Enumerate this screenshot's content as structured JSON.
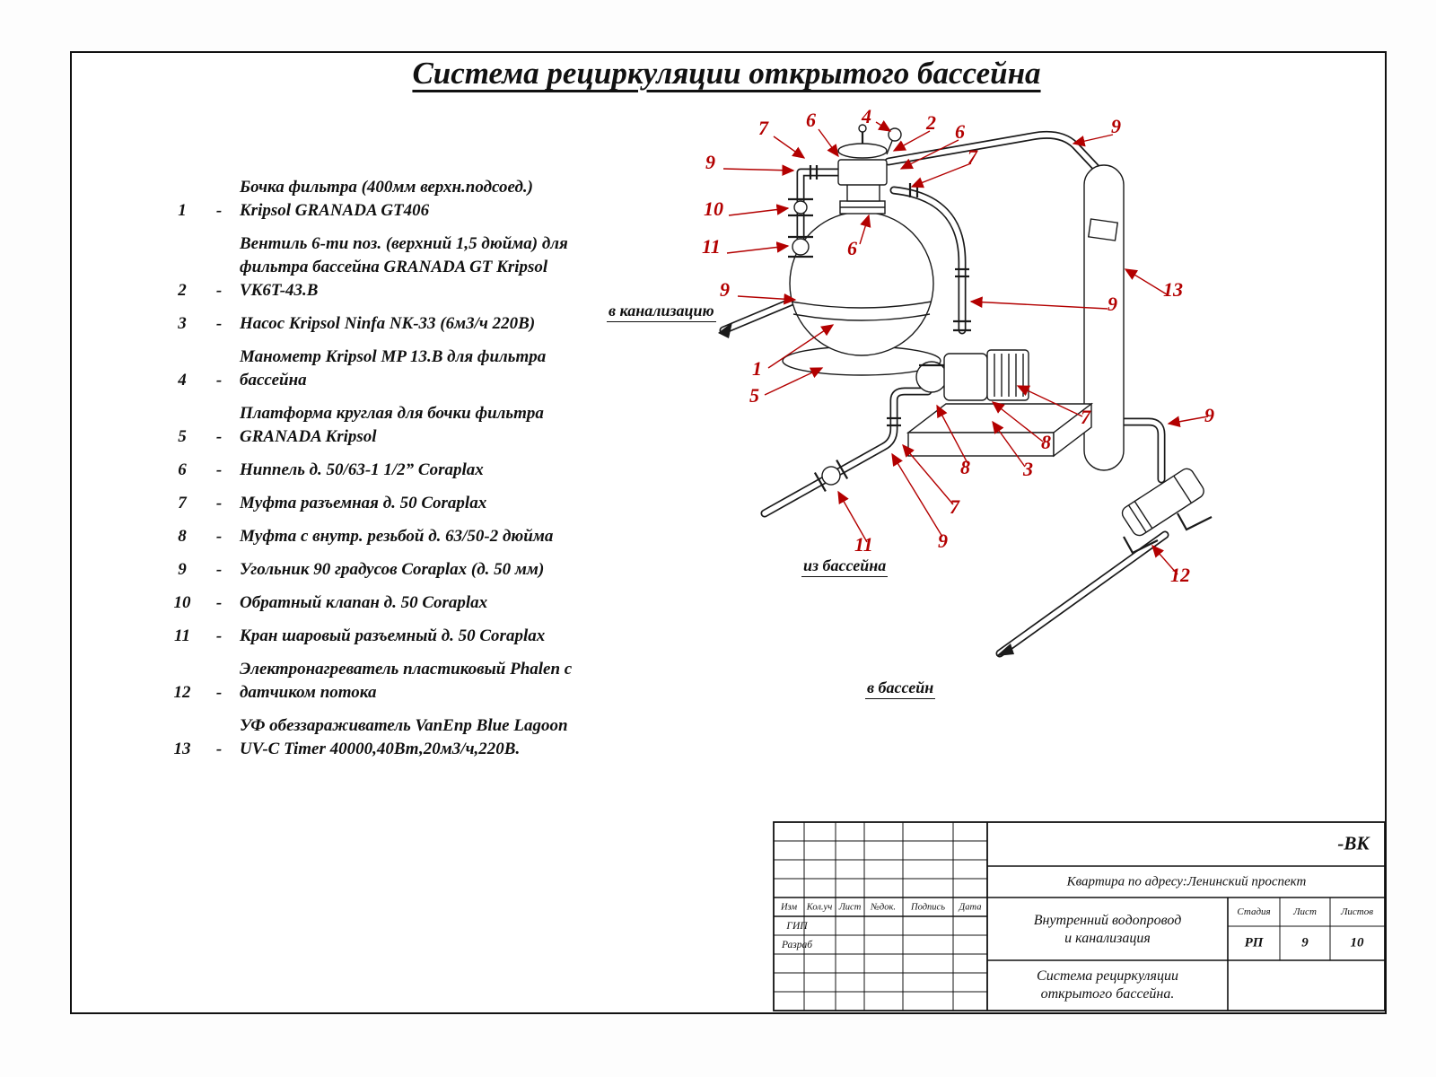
{
  "title": "Система рециркуляции открытого бассейна",
  "parts_dash": "-",
  "parts": [
    {
      "num": "1",
      "text": "Бочка фильтра (400мм верхн.подсоед.)\nKripsol GRANADA GT406"
    },
    {
      "num": "2",
      "text": "Вентиль 6-ти поз. (верхний 1,5 дюйма) для\nфильтра бассейна GRANADA GT Kripsol\nVK6T-43.B"
    },
    {
      "num": "3",
      "text": "Насос Kripsol Ninfa NK-33 (6м3/ч 220В)"
    },
    {
      "num": "4",
      "text": "Манометр Kripsol MP 13.B для фильтра\nбассейна"
    },
    {
      "num": "5",
      "text": "Платформа круглая для бочки фильтра\nGRANADA Kripsol"
    },
    {
      "num": "6",
      "text": "Ниппель д. 50/63-1 1/2” Coraplax"
    },
    {
      "num": "7",
      "text": "Муфта разъемная д. 50 Coraplax"
    },
    {
      "num": "8",
      "text": "Муфта с внутр. резьбой д. 63/50-2 дюйма"
    },
    {
      "num": "9",
      "text": "Угольник 90 градусов Coraplax (д. 50 мм)"
    },
    {
      "num": "10",
      "text": "Обратный клапан д. 50 Coraplax"
    },
    {
      "num": "11",
      "text": "Кран шаровый разъемный д. 50 Coraplax"
    },
    {
      "num": "12",
      "text": "Электронагреватель пластиковый Phalen с\nдатчиком потока"
    },
    {
      "num": "13",
      "text": "УФ обеззараживатель VanEnp Blue Lagoon\nUV-C Timer 40000,40Вт,20м3/ч,220В."
    }
  ],
  "diagram": {
    "labels": {
      "to_sewer": "в канализацию",
      "from_pool": "из бассейна",
      "to_pool": "в бассейн"
    },
    "callouts": [
      {
        "label": "7"
      },
      {
        "label": "6"
      },
      {
        "label": "4"
      },
      {
        "label": "2"
      },
      {
        "label": "6"
      },
      {
        "label": "7"
      },
      {
        "label": "9"
      },
      {
        "label": "9"
      },
      {
        "label": "10"
      },
      {
        "label": "11"
      },
      {
        "label": "6"
      },
      {
        "label": "9"
      },
      {
        "label": "13"
      },
      {
        "label": "9"
      },
      {
        "label": "1"
      },
      {
        "label": "5"
      },
      {
        "label": "7"
      },
      {
        "label": "8"
      },
      {
        "label": "8"
      },
      {
        "label": "3"
      },
      {
        "label": "9"
      },
      {
        "label": "7"
      },
      {
        "label": "9"
      },
      {
        "label": "11"
      },
      {
        "label": "12"
      }
    ],
    "callout_color": "#b30000",
    "line_color": "#1a1a1a"
  },
  "stamp": {
    "code": "-ВК",
    "project": "Квартира по адресу:Ленинский проспект",
    "doc_title": "Внутренний водопровод\nи канализация",
    "sheet_title": "Система рециркуляции\nоткрытого бассейна.",
    "cols": [
      "Изм",
      "Кол.уч",
      "Лист",
      "№док.",
      "Подпись",
      "Дата"
    ],
    "roles": [
      "ГИП",
      "Разраб"
    ],
    "stage_label": "Стадия",
    "sheet_label": "Лист",
    "sheets_label": "Листов",
    "stage": "РП",
    "sheet": "9",
    "sheets": "10"
  }
}
